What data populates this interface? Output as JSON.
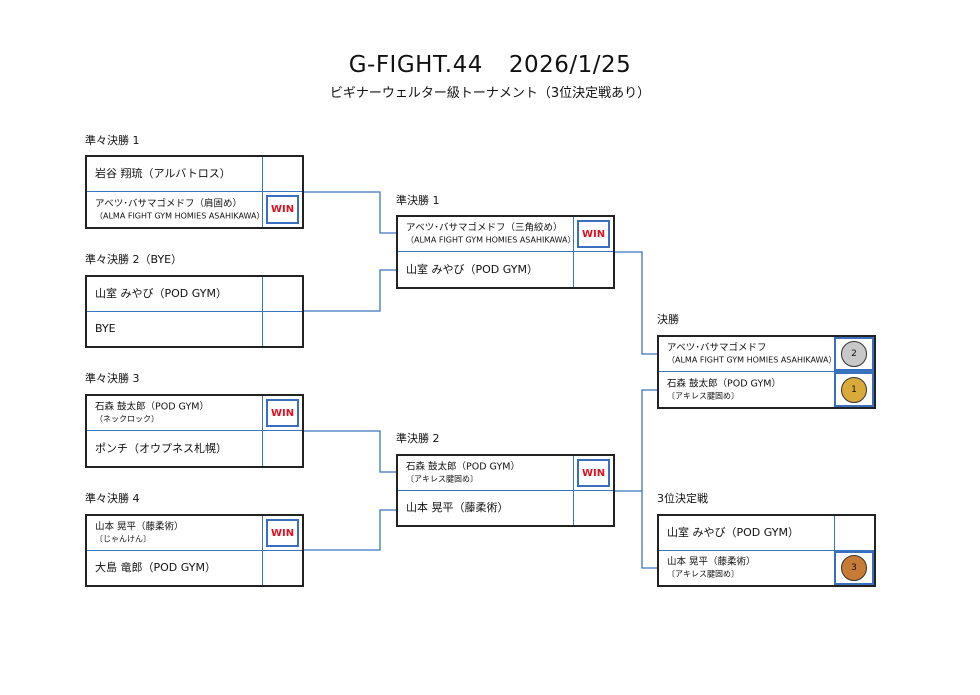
{
  "header": {
    "event": "G-FIGHT.44",
    "date": "2026/1/25",
    "subtitle": "ビギナーウェルター級トーナメント（3位決定戦あり）"
  },
  "rounds": {
    "qf1": "準々決勝 1",
    "qf2": "準々決勝 2（BYE）",
    "qf3": "準々決勝 3",
    "qf4": "準々決勝 4",
    "sf1": "準決勝 1",
    "sf2": "準決勝 2",
    "final": "決勝",
    "third": "3位決定戦"
  },
  "win_label": "WIN",
  "qf1": {
    "a": "岩谷 翔琉（アルバトロス）",
    "b": "アベツ･バサマゴメドフ（肩固め）",
    "b_sub": "（ALMA FIGHT GYM HOMIES ASAHIKAWA）"
  },
  "qf2": {
    "a": "山室 みやび（POD GYM）",
    "b": "BYE"
  },
  "qf3": {
    "a": "石森 鼓太郎（POD GYM）",
    "a_sub": "（ネックロック）",
    "b": "ポンチ（オウプネス札幌）"
  },
  "qf4": {
    "a": "山本 晃平（藤柔術）",
    "a_sub": "〔じゃんけん〕",
    "b": "大島 竜郎（POD GYM）"
  },
  "sf1": {
    "a": "アベツ･バサマゴメドフ（三角絞め）",
    "a_sub": "（ALMA FIGHT GYM HOMIES ASAHIKAWA）",
    "b": "山室 みやび（POD GYM）"
  },
  "sf2": {
    "a": "石森 鼓太郎（POD GYM）",
    "a_sub": "〔アキレス腱固め〕",
    "b": "山本 晃平（藤柔術）"
  },
  "final": {
    "a": "アベツ･バサマゴメドフ",
    "a_sub": "（ALMA FIGHT GYM HOMIES ASAHIKAWA）",
    "a_place": "2",
    "b": "石森 鼓太郎（POD GYM）",
    "b_sub": "〔アキレス腱固め〕",
    "b_place": "1"
  },
  "third": {
    "a": "山室 みやび（POD GYM）",
    "b": "山本 晃平（藤柔術）",
    "b_sub": "〔アキレス腱固め〕",
    "b_place": "3"
  },
  "colors": {
    "line": "#3a76c0",
    "win_text": "#e01020",
    "silver": "#c8c8c8",
    "gold": "#d9a93a",
    "bronze": "#c77b35"
  }
}
